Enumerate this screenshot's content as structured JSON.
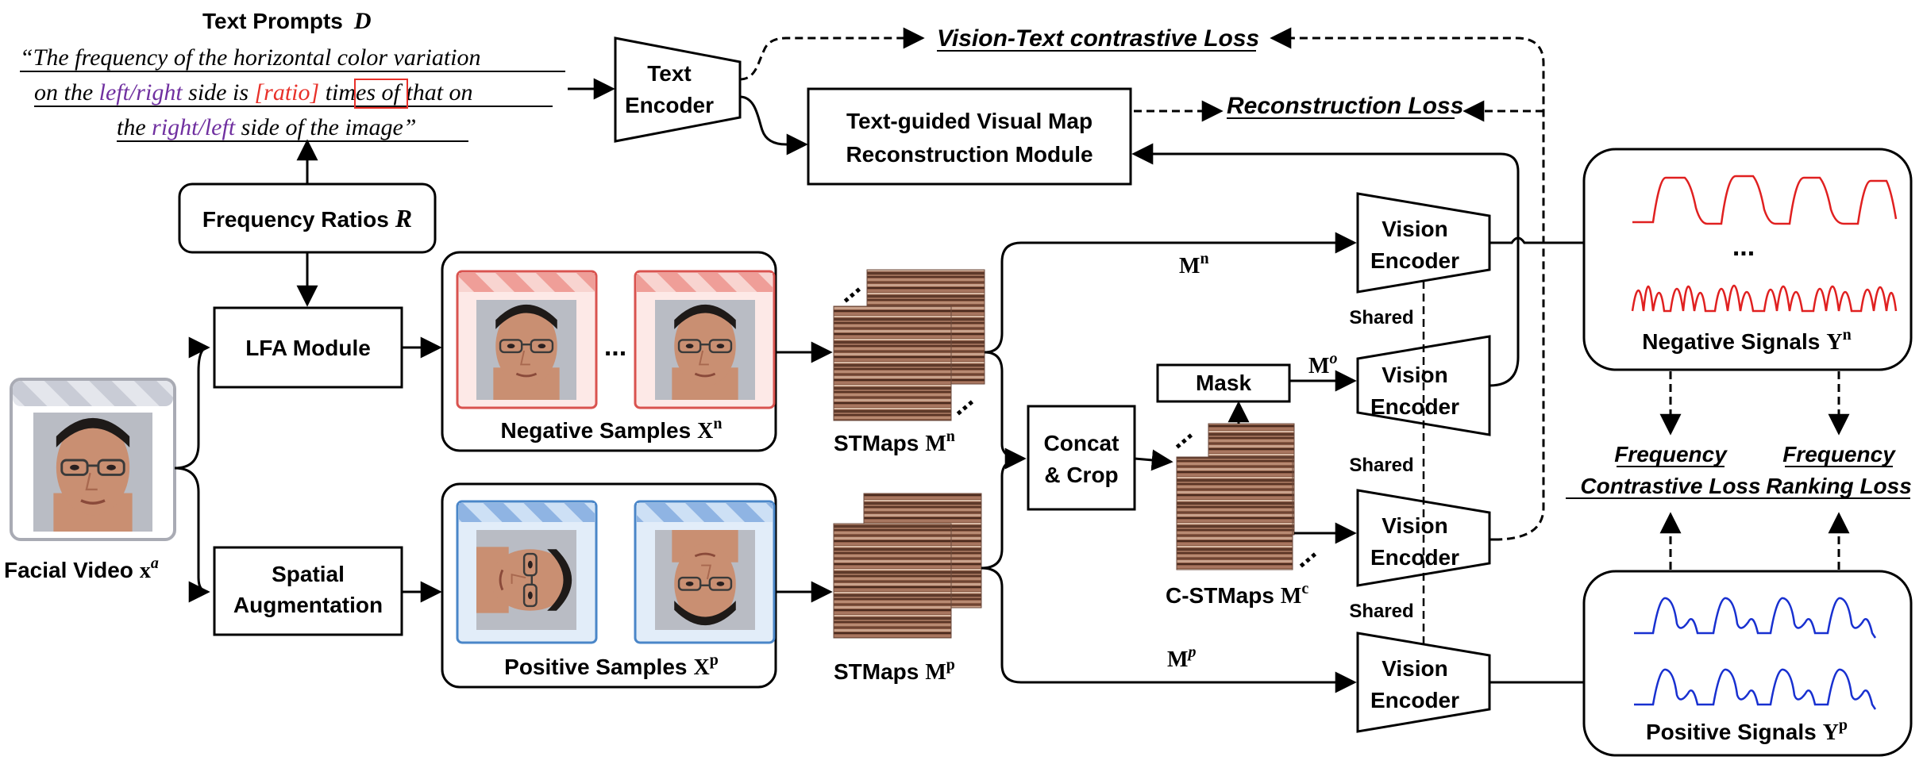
{
  "text_prompts": {
    "title": "Text Prompts",
    "symbol": "D",
    "line1": "“The frequency of the horizontal color variation",
    "line2_a": "on the ",
    "line2_b": "left/right",
    "line2_c": " side is ",
    "line2_d": "[ratio]",
    "line2_e": " times of that on",
    "line3_a": "the ",
    "line3_b": "right/left",
    "line3_c": " side of the image”"
  },
  "blocks": {
    "frequency_ratios": "Frequency Ratios",
    "frequency_ratios_symbol": "R",
    "text_encoder_1": "Text",
    "text_encoder_2": "Encoder",
    "reconstruction_module_1": "Text-guided Visual Map",
    "reconstruction_module_2": "Reconstruction Module",
    "lfa_module": "LFA Module",
    "spatial_aug_1": "Spatial",
    "spatial_aug_2": "Augmentation",
    "concat_crop_1": "Concat",
    "concat_crop_2": "& Crop",
    "mask": "Mask",
    "vision_encoder_1": "Vision",
    "vision_encoder_2": "Encoder",
    "shared": "Shared"
  },
  "inputs": {
    "facial_video": "Facial Video",
    "facial_video_sym": "x",
    "facial_video_sup": "a"
  },
  "samples": {
    "negative": "Negative Samples",
    "negative_sym": "X",
    "negative_sup": "n",
    "positive": "Positive Samples",
    "positive_sym": "X",
    "positive_sup": "p",
    "ellipsis": "..."
  },
  "stmaps": {
    "label": "STMaps",
    "sym": "M",
    "neg_sup": "n",
    "pos_sup": "p",
    "c_label": "C-STMaps",
    "c_sup": "c",
    "o_sup": "o"
  },
  "losses": {
    "vision_text": "Vision-Text contrastive Loss",
    "reconstruction": "Reconstruction Loss",
    "freq_contrastive_1": "Frequency",
    "freq_contrastive_2": "Contrastive Loss",
    "freq_ranking_1": "Frequency",
    "freq_ranking_2": "Ranking Loss"
  },
  "signals": {
    "negative": "Negative Signals",
    "negative_sym": "Y",
    "negative_sup": "n",
    "positive": "Positive Signals",
    "positive_sym": "Y",
    "positive_sup": "p",
    "ellipsis": "..."
  },
  "colors": {
    "negative_accent": "#d9534f",
    "positive_accent": "#4a86c8",
    "purple_text": "#7030a0",
    "red_text": "#e8312a",
    "neg_signal": "#e02020",
    "pos_signal": "#1830d0"
  },
  "icons": {
    "face_image": "face-photo-icon",
    "stmap": "striped-stmap-icon"
  }
}
